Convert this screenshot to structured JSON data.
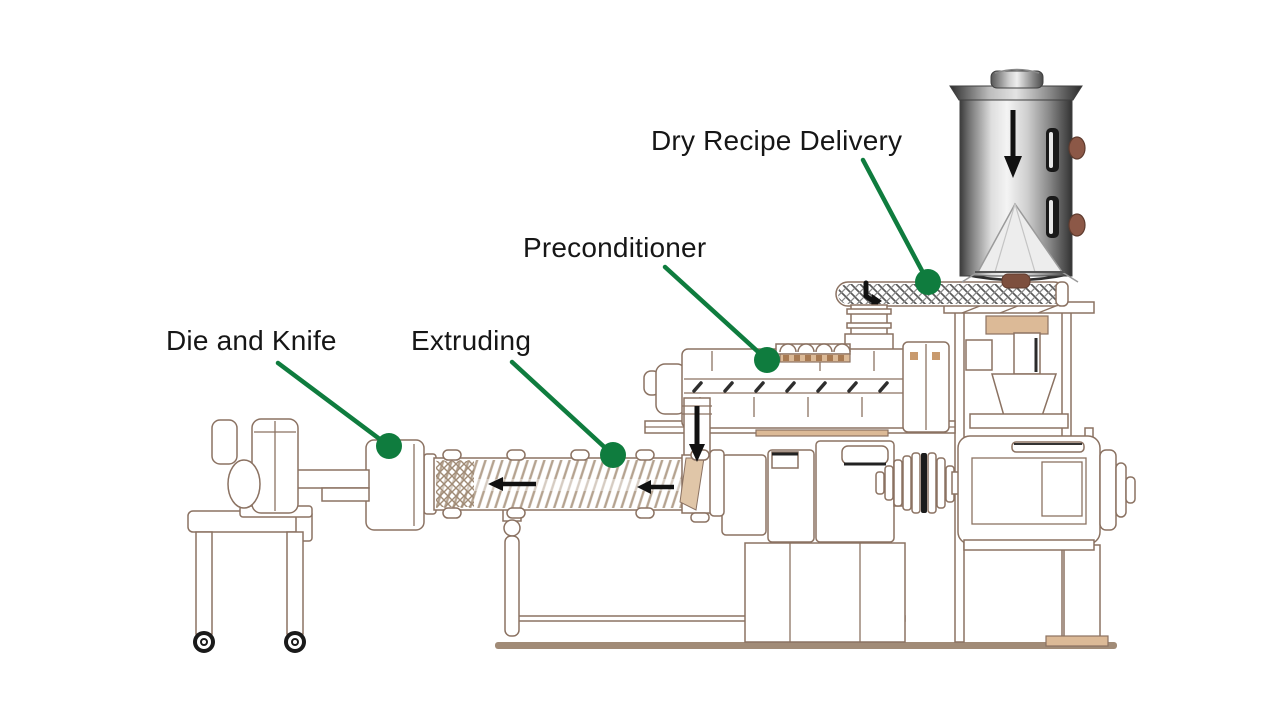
{
  "page": {
    "background": "#ffffff",
    "description": "Technical line-art diagram of a food extrusion system with four green callout annotations"
  },
  "colors": {
    "annotation_green": "#0f7c3e",
    "label_text": "#161616",
    "line_art_tan": "#8b7262",
    "base_tan": "#a18b77",
    "beige_accent": "#dcba97",
    "knob_brown": "#8c5847",
    "arrow_black": "#111111"
  },
  "labels": {
    "dry_recipe_delivery": "Dry Recipe Delivery",
    "preconditioner": "Preconditioner",
    "die_and_knife": "Die and Knife",
    "extruding": "Extruding"
  }
}
